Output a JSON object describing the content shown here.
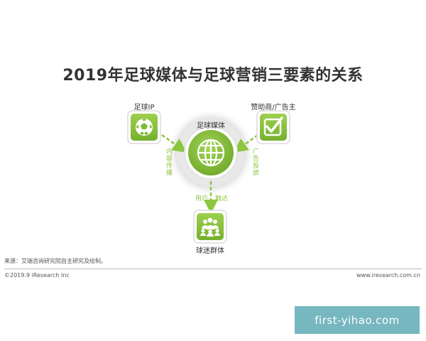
{
  "title": "2019年足球媒体与足球营销三要素的关系",
  "nodes": {
    "football_ip": "足球IP",
    "sponsor": "赞助商/广告主",
    "media": "足球媒体",
    "fans": "球迷群体"
  },
  "edges": {
    "content_spread": "内容传播",
    "ad_delivery": "广告投放",
    "users": "用户",
    "reach": "触达"
  },
  "source": "来源：艾瑞咨询研究院自主研究及绘制。",
  "copyright": "©2019.9 iResearch Inc",
  "website": "www.iresearch.com.cn",
  "watermark": "first-yihao.com",
  "colors": {
    "accent_green": "#8cc63f",
    "dark_green": "#6fa82a",
    "watermark_bg": "#77b7c0"
  }
}
